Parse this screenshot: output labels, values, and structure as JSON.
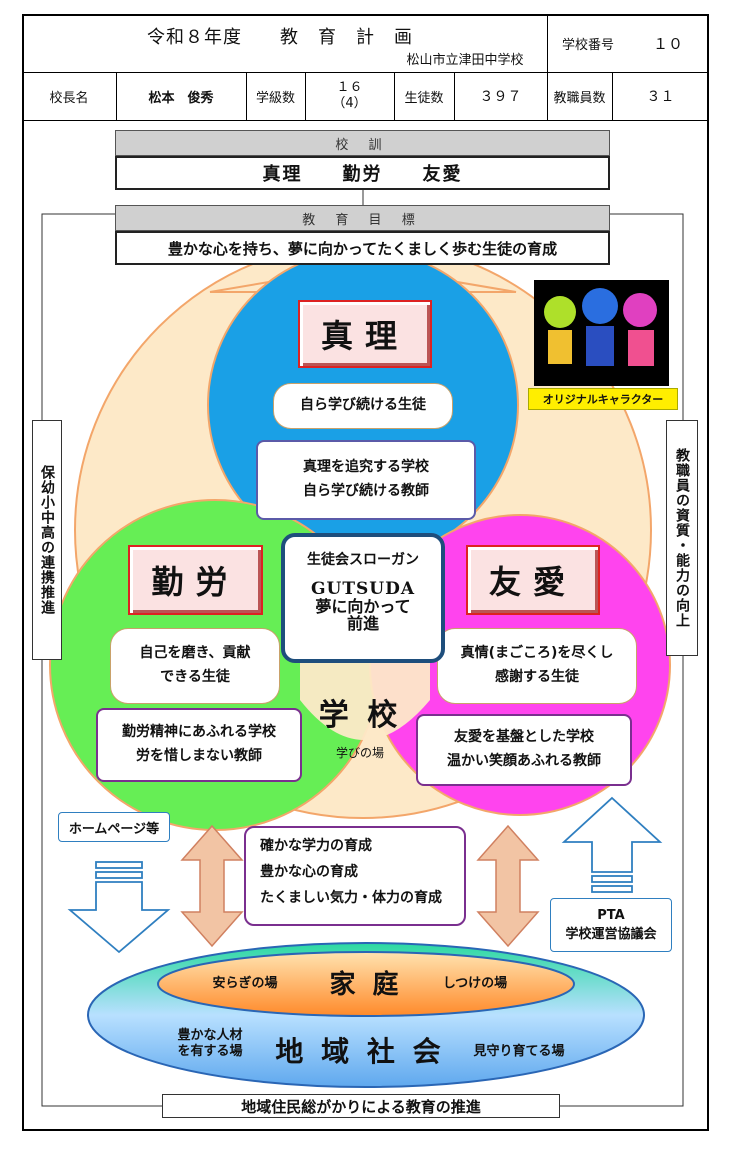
{
  "header": {
    "title": "令和８年度　　教　育　計　画",
    "school_name": "松山市立津田中学校",
    "school_number_label": "学校番号",
    "school_number": "１０",
    "principal_label": "校長名",
    "principal_name": "松本　俊秀",
    "classes_label": "学級数",
    "classes_value": "１６\n（4）",
    "students_label": "生徒数",
    "students_value": "３９７",
    "staff_label": "教職員数",
    "staff_value": "３１"
  },
  "motto": {
    "label": "校 訓",
    "text": "真理　　勤労　　友愛"
  },
  "goal": {
    "label": "教 育 目 標",
    "text": "豊かな心を持ち、夢に向かってたくましく歩む生徒の育成"
  },
  "circles": {
    "shinri": {
      "title": "真理",
      "student": "自ら学び続ける生徒",
      "school": "真理を追究する学校\n自ら学び続ける教師"
    },
    "kinrou": {
      "title": "勤労",
      "student": "自己を磨き、貢献\nできる生徒",
      "school": "勤労精神にあふれる学校\n労を惜しまない教師"
    },
    "yuuai": {
      "title": "友愛",
      "student": "真情(まごころ)を尽くし\n感謝する生徒",
      "school": "友愛を基盤とした学校\n温かい笑顔あふれる教師"
    }
  },
  "slogan": {
    "label": "生徒会スローガン",
    "main": "GUTSUDA",
    "sub": "夢に向かって\n前進"
  },
  "school_center": {
    "title": "学 校",
    "sub": "学びの場"
  },
  "character_caption": "オリジナルキャラクター",
  "side_left": "保幼小中高の連携推進",
  "side_right": "教職員の資質・能力の向上",
  "homepage": "ホームページ等",
  "pta": "PTA\n学校運営協議会",
  "growth": "確かな学力の育成\n豊かな心の育成\nたくましい気力・体力の育成",
  "family": {
    "title": "家 庭",
    "left": "安らぎの場",
    "right": "しつけの場"
  },
  "community": {
    "title": "地 域 社 会",
    "left": "豊かな人材\nを有する場",
    "right": "見守り育てる場"
  },
  "footer": "地域住民総がかりによる教育の推進",
  "colors": {
    "shinri": "#1aa0e6",
    "kinrou": "#66ee55",
    "yuuai": "#ff44ee",
    "peach": "#fde9c8"
  }
}
